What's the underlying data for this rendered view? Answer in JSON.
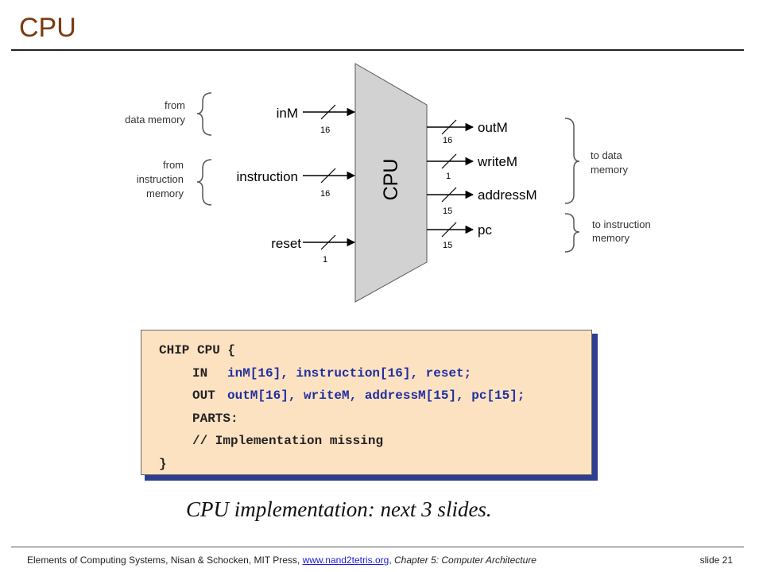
{
  "slide": {
    "title": "CPU"
  },
  "diagram": {
    "chip_label": "CPU",
    "inputs": [
      {
        "name": "inM",
        "width": "16"
      },
      {
        "name": "instruction",
        "width": "16"
      },
      {
        "name": "reset",
        "width": "1"
      }
    ],
    "outputs": [
      {
        "name": "outM",
        "width": "16"
      },
      {
        "name": "writeM",
        "width": "1"
      },
      {
        "name": "addressM",
        "width": "15"
      },
      {
        "name": "pc",
        "width": "15"
      }
    ],
    "left_notes": [
      [
        "from",
        "data memory"
      ],
      [
        "from",
        "instruction",
        "memory"
      ]
    ],
    "right_notes": [
      [
        "to data",
        "memory"
      ],
      [
        "to instruction",
        "memory"
      ]
    ]
  },
  "code": {
    "l1": "CHIP CPU {",
    "l2_kw": "IN",
    "l2_val": "inM[16], instruction[16], reset;",
    "l3_kw": "OUT",
    "l3_val": "outM[16], writeM, addressM[15], pc[15];",
    "l4": "PARTS:",
    "l5": "// Implementation missing",
    "l6": "}"
  },
  "caption": "CPU implementation: next 3 slides.",
  "footer": {
    "text": "Elements of Computing Systems, Nisan & Schocken, MIT Press,",
    "link": "www.nand2tetris.org",
    "sep": ",",
    "chapter": "Chapter 5: Computer Architecture",
    "slide_number": "slide 21"
  }
}
